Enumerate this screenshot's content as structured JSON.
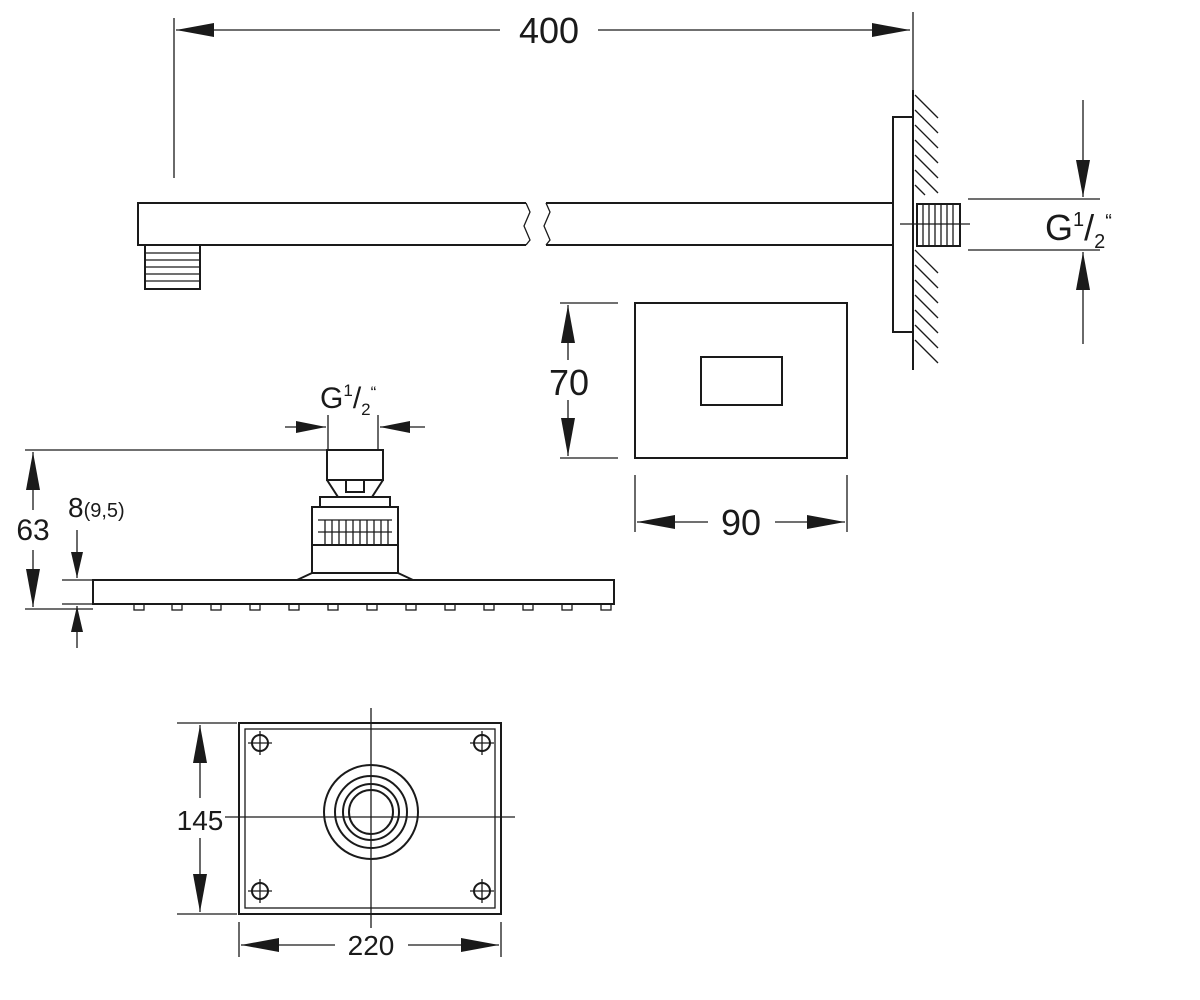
{
  "dimensions": {
    "arm_length": "400",
    "thread_size_main": "G",
    "thread_sup": "1",
    "thread_slash": "/",
    "thread_sub": "2",
    "thread_quote": "“",
    "flange_height": "70",
    "flange_width": "90",
    "head_height": "63",
    "plate_thickness": "8",
    "plate_thickness_alt": "(9,5)",
    "head_depth": "145",
    "head_width": "220"
  }
}
